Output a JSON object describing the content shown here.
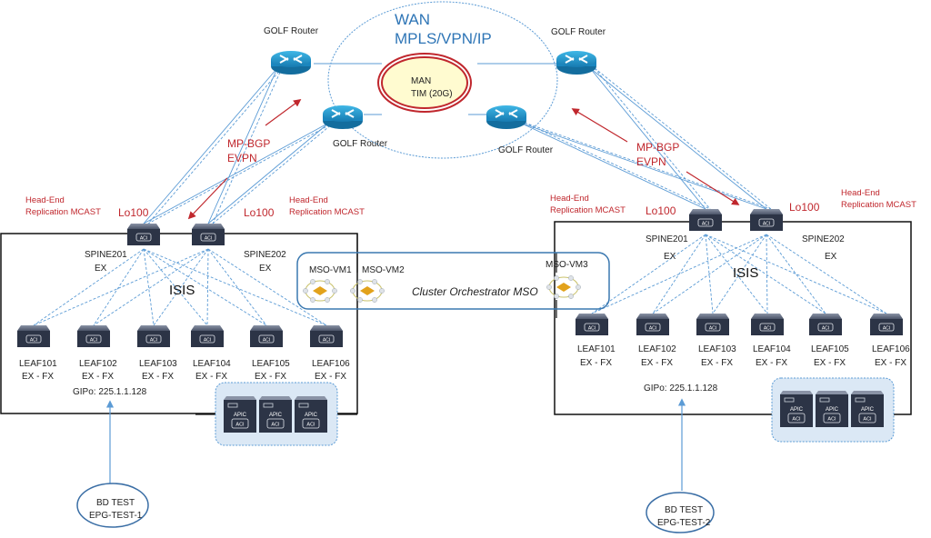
{
  "wan": {
    "title_line1": "WAN",
    "title_line2": "MPLS/VPN/IP",
    "man_line1": "MAN",
    "man_line2": "TIM (20G)"
  },
  "colors": {
    "link_blue": "#5b9bd5",
    "accent_red": "#c0272d",
    "wan_title_blue": "#2e75b6",
    "man_fill": "#fffbd0",
    "device_dark": "#2c3446",
    "router_blue": "#1f9bd1"
  },
  "routers": [
    {
      "label": "GOLF Router"
    },
    {
      "label": "GOLF Router"
    },
    {
      "label": "GOLF Router"
    },
    {
      "label": "GOLF Router"
    }
  ],
  "protocol": {
    "left_line1": "MP-BGP",
    "left_line2": "EVPN",
    "right_line1": "MP-BGP",
    "right_line2": "EVPN"
  },
  "sites": [
    {
      "her_left_line1": "Head-End",
      "her_left_line2": "Replication MCAST",
      "her_right_line1": "Head-End",
      "her_right_line2": "Replication MCAST",
      "loopback_left": "Lo100",
      "loopback_right": "Lo100",
      "spines": [
        {
          "name": "SPINE201",
          "model": "EX"
        },
        {
          "name": "SPINE202",
          "model": "EX"
        }
      ],
      "underlay": "ISIS",
      "leaves": [
        {
          "name": "LEAF101",
          "model": "EX - FX"
        },
        {
          "name": "LEAF102",
          "model": "EX - FX"
        },
        {
          "name": "LEAF103",
          "model": "EX - FX"
        },
        {
          "name": "LEAF104",
          "model": "EX - FX"
        },
        {
          "name": "LEAF105",
          "model": "EX - FX"
        },
        {
          "name": "LEAF106",
          "model": "EX - FX"
        }
      ],
      "gipo": "GIPo: 225.1.1.128",
      "apic_label": "APIC",
      "acl_label": "ACI",
      "bd": {
        "line1": "BD TEST",
        "line2": "EPG-TEST-1"
      }
    },
    {
      "her_left_line1": "Head-End",
      "her_left_line2": "Replication MCAST",
      "her_right_line1": "Head-End",
      "her_right_line2": "Replication MCAST",
      "loopback_left": "Lo100",
      "loopback_right": "Lo100",
      "spines": [
        {
          "name": "SPINE201",
          "model": "EX"
        },
        {
          "name": "SPINE202",
          "model": "EX"
        }
      ],
      "underlay": "ISIS",
      "leaves": [
        {
          "name": "LEAF101",
          "model": "EX - FX"
        },
        {
          "name": "LEAF102",
          "model": "EX - FX"
        },
        {
          "name": "LEAF103",
          "model": "EX - FX"
        },
        {
          "name": "LEAF104",
          "model": "EX - FX"
        },
        {
          "name": "LEAF105",
          "model": "EX - FX"
        },
        {
          "name": "LEAF106",
          "model": "EX - FX"
        }
      ],
      "gipo": "GIPo: 225.1.1.128",
      "apic_label": "APIC",
      "acl_label": "ACI",
      "bd": {
        "line1": "BD TEST",
        "line2": "EPG-TEST-2"
      }
    }
  ],
  "mso": {
    "cluster_label": "Cluster Orchestrator MSO",
    "vms": [
      {
        "name": "MSO-VM1"
      },
      {
        "name": "MSO-VM2"
      },
      {
        "name": "MSO-VM3"
      }
    ]
  }
}
